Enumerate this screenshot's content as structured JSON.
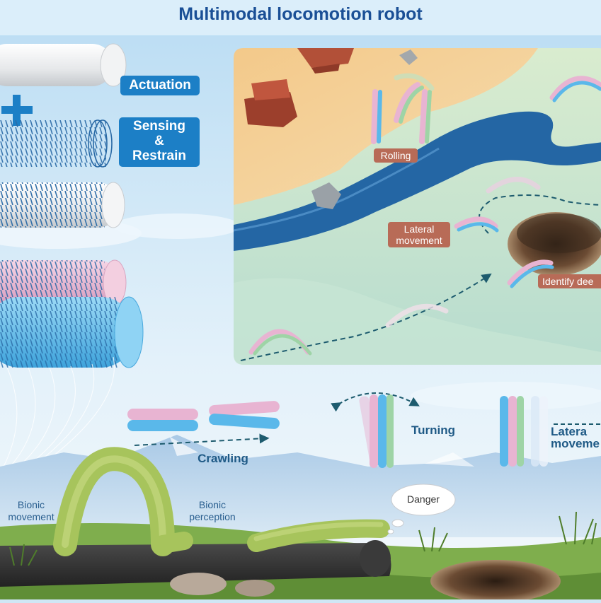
{
  "title": "Multimodal locomotion robot",
  "left_panel": {
    "actuation": "Actuation",
    "sensing": [
      "Sensing",
      "&",
      "Restrain"
    ]
  },
  "terrain_panel": {
    "rolling": "Rolling",
    "lateral": [
      "Lateral",
      "movement"
    ],
    "identify": "Identify dee"
  },
  "modes": {
    "crawling": "Crawling",
    "turning": "Turning",
    "lateral": [
      "Latera",
      "moveme"
    ]
  },
  "bionic": {
    "movement": [
      "Bionic",
      "movement"
    ],
    "perception": [
      "Bionic",
      "perception"
    ],
    "danger": "Danger"
  },
  "colors": {
    "title": "#1a4f96",
    "pill": "#1c7fc6",
    "tag": "#b86b57",
    "pink": "#e8b4d2",
    "blue": "#5ab8ea",
    "green": "#9ed4a6",
    "river": "#2466a4",
    "sand": "#f0c486",
    "grass": "#7fae4d",
    "caterpillar": "#a7c45c"
  }
}
